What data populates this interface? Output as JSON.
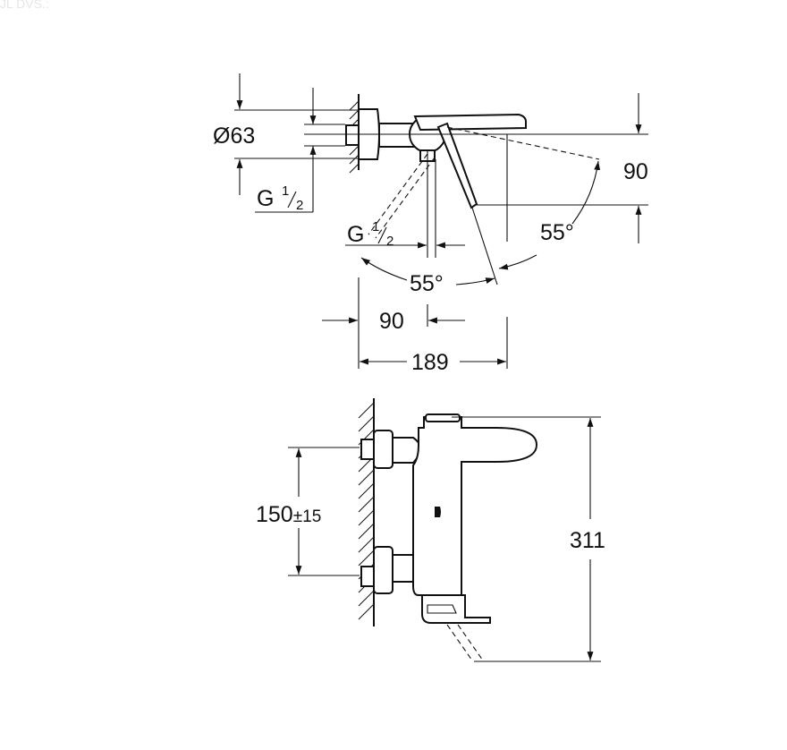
{
  "header_fragment": "JL DVS.:",
  "top_view": {
    "diameter": "Ø63",
    "thread_side_g": "G",
    "thread_side_num": "1",
    "thread_side_den": "2",
    "thread_bottom_g": "G",
    "thread_bottom_num": "1",
    "thread_bottom_den": "2",
    "height_90": "90",
    "angle_right": "55°",
    "angle_bottom": "55°",
    "width_90": "90",
    "width_189": "189"
  },
  "front_view": {
    "spacing": "150",
    "tolerance": "±15",
    "height_311": "311"
  }
}
